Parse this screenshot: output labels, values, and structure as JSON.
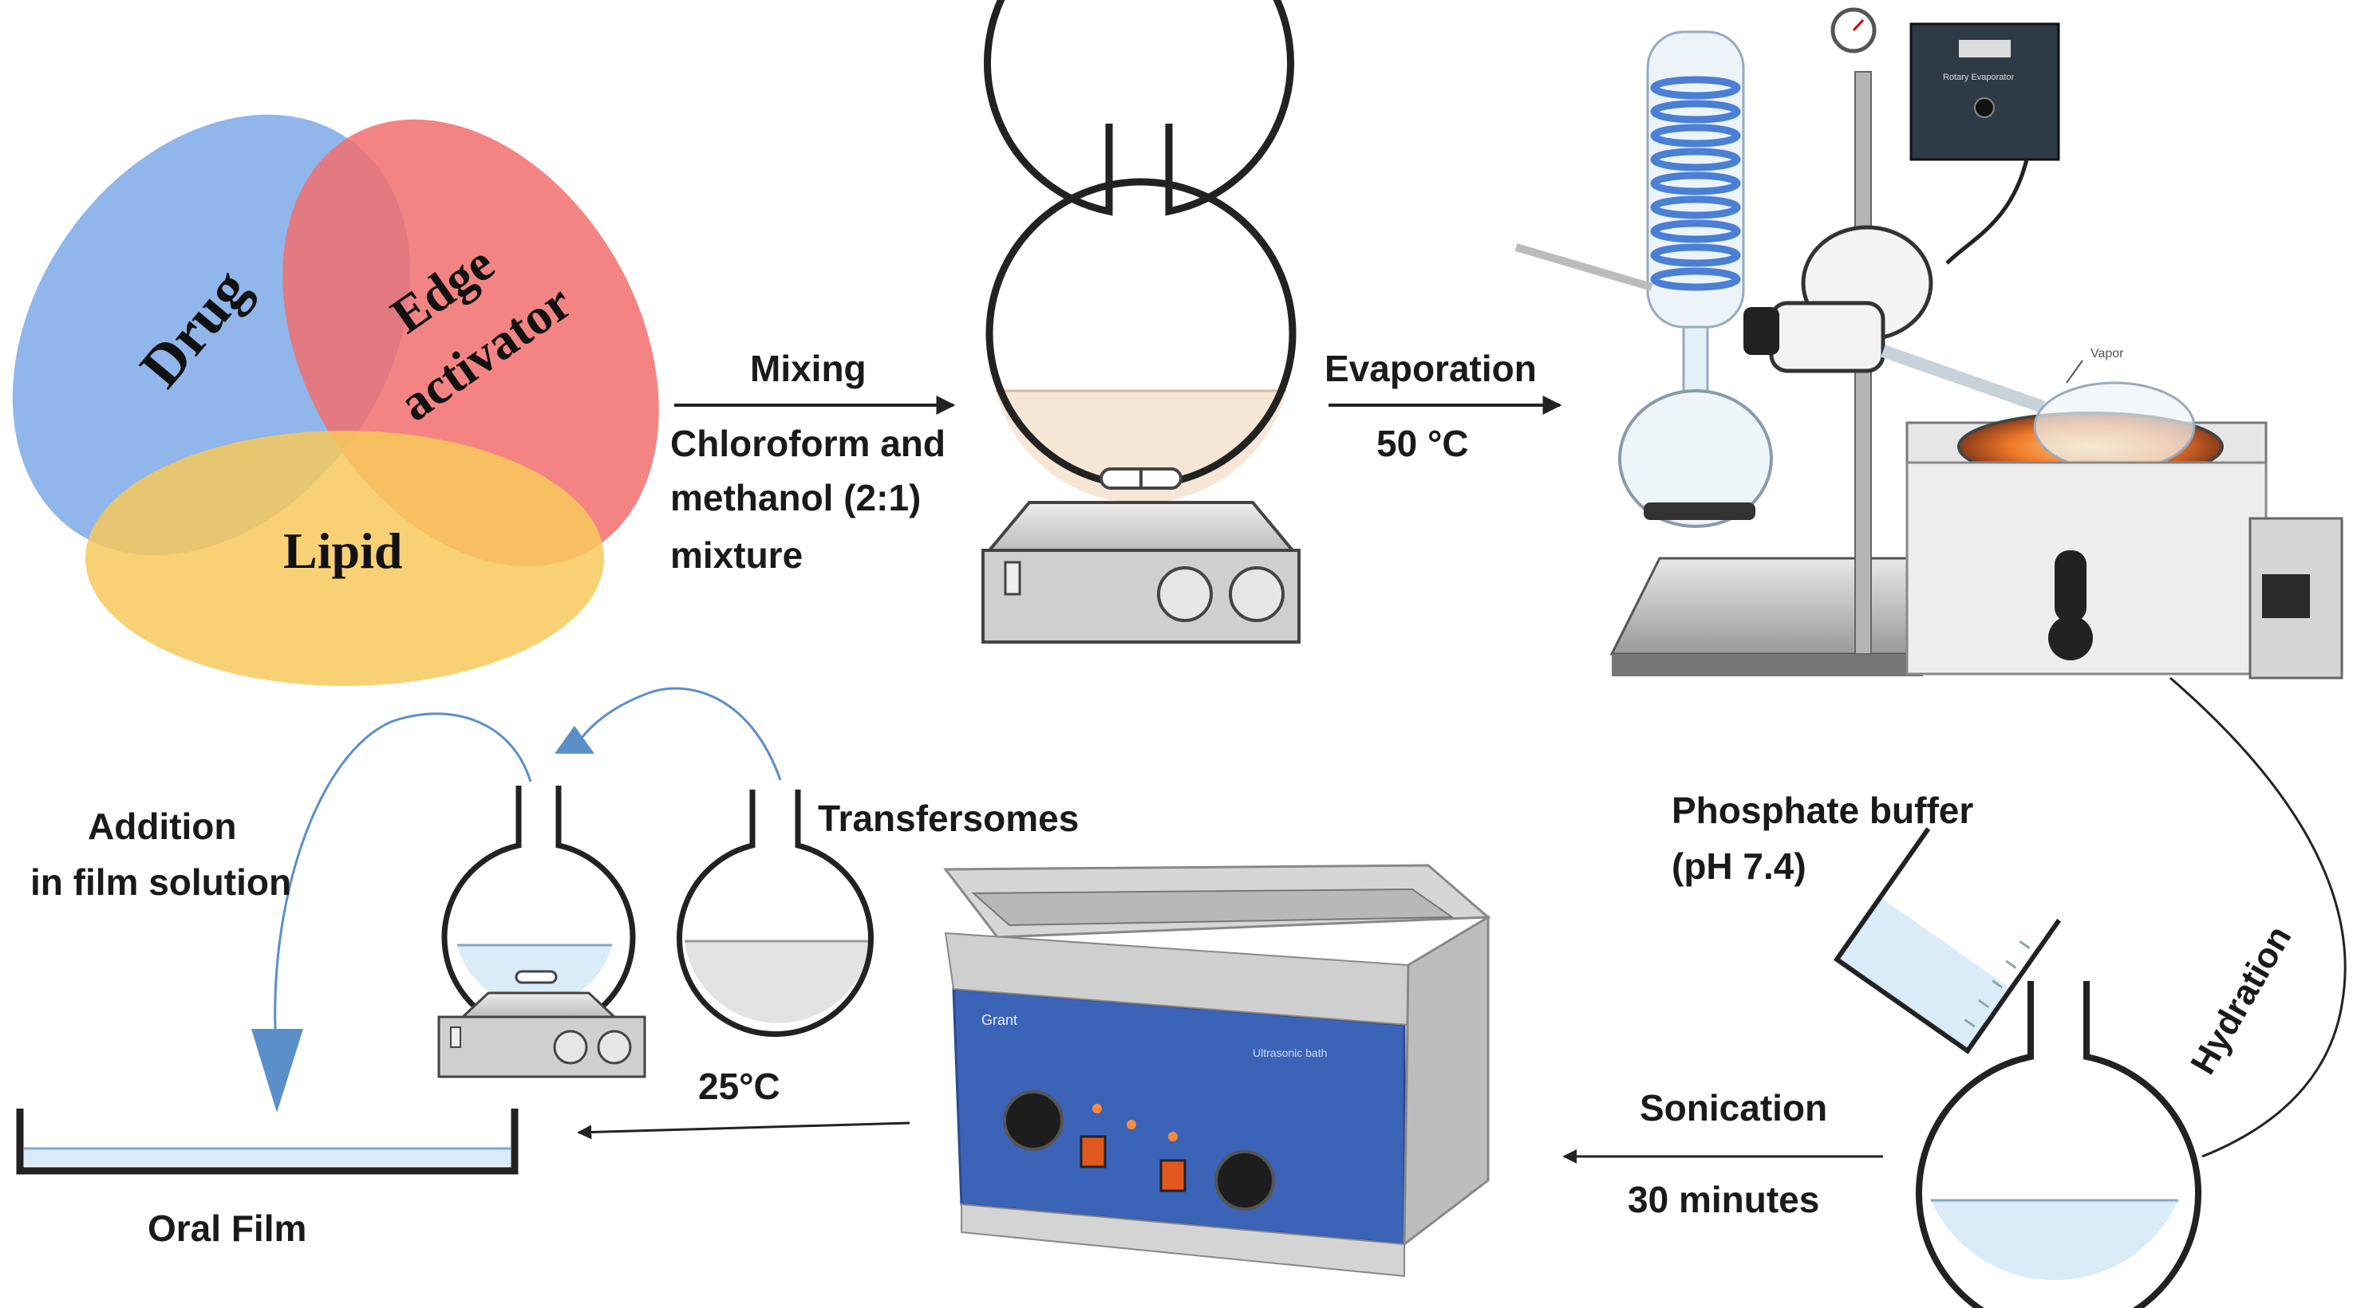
{
  "venn": {
    "drug": "Drug",
    "edge_line1": "Edge",
    "edge_line2": "activator",
    "lipid": "Lipid",
    "colors": {
      "drug": "#7da9e8",
      "edge": "#f26f6f",
      "lipid": "#f7c95c"
    }
  },
  "steps": {
    "mixing": "Mixing",
    "solvent_line1": "Chloroform and",
    "solvent_line2": "methanol (2:1)",
    "solvent_line3": "mixture",
    "evaporation": "Evaporation",
    "evap_temp": "50 °C",
    "phosphate_line1": "Phosphate buffer",
    "phosphate_line2": "(pH 7.4)",
    "hydration": "Hydration",
    "sonication": "Sonication",
    "sonication_time": "30 minutes",
    "transfersomes": "Transfersomes",
    "temp_25": "25°C",
    "addition_line1": "Addition",
    "addition_line2": "in film solution",
    "oral_film": "Oral Film"
  },
  "equipment": {
    "rotavap_vapor": "Vapor",
    "rotavap_panel": "Rotary Evaporator",
    "bath_brand": "Grant",
    "bath_name": "Ultrasonic bath"
  },
  "colors": {
    "arrow": "#5b8fc9",
    "liquid_beige": "#f6e6d6",
    "liquid_blue": "#d9ecf8",
    "liquid_grey": "#e3e3e3",
    "stirrer": "#d8d8d8",
    "bath_blue": "#3b63b8"
  }
}
